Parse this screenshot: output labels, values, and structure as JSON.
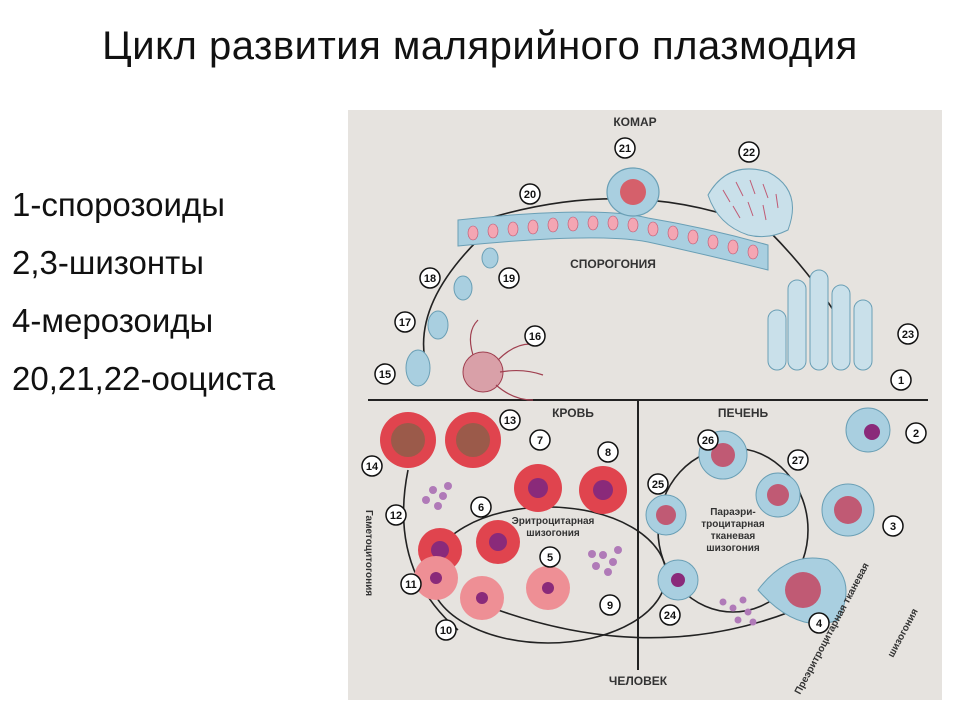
{
  "title": "Цикл развития малярийного плазмодия",
  "legend": [
    "1-спорозоиды",
    "2,3-шизонты",
    "4-мерозоиды",
    "20,21,22-ооциста"
  ],
  "diagram": {
    "labels": {
      "mosquito": "КОМАР",
      "sporogony": "СПОРОГОНИЯ",
      "blood": "КРОВЬ",
      "liver": "ПЕЧЕНЬ",
      "human": "ЧЕЛОВЕК",
      "erythro_1": "Эритроцитарная",
      "erythro_2": "шизогония",
      "para_1": "Параэри-",
      "para_2": "троцитарная",
      "para_3": "тканевая",
      "para_4": "шизогония",
      "gametocytogony": "Гаметоцитогония",
      "pre_1": "Преэритроцитарная тканевая",
      "pre_2": "шизогония"
    },
    "stages": [
      "1",
      "2",
      "3",
      "4",
      "5",
      "6",
      "7",
      "8",
      "9",
      "10",
      "11",
      "12",
      "13",
      "14",
      "15",
      "16",
      "17",
      "18",
      "19",
      "20",
      "21",
      "22",
      "23",
      "24",
      "25",
      "26",
      "27"
    ],
    "colors": {
      "panel": "#e6e3df",
      "cell_red": "#e0444e",
      "cell_pink": "#ee8f95",
      "parasite": "#8a2a7a",
      "epithelium": "#a9cfe0",
      "line": "#222222"
    }
  }
}
